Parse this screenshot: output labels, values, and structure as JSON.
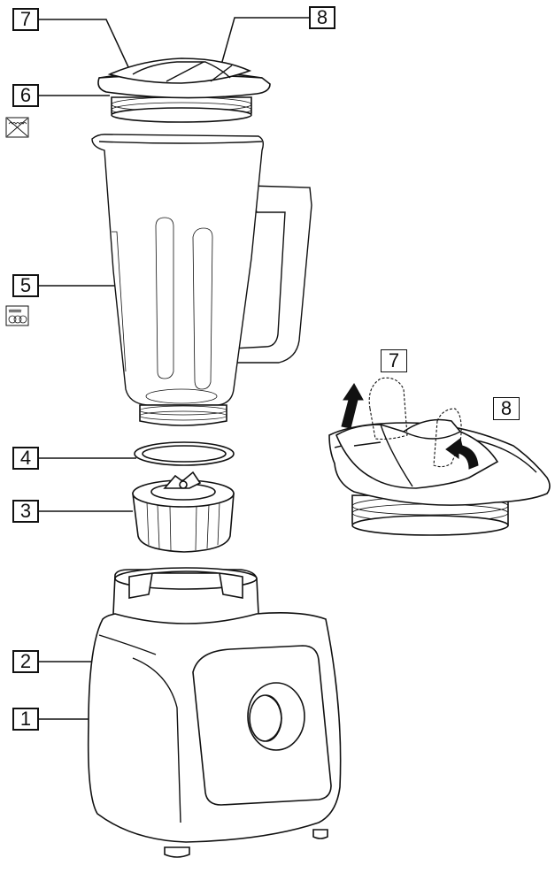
{
  "labels": {
    "lid_center_cap": "7",
    "lid_spout_flap": "8",
    "lid": "6",
    "jar": "5",
    "seal_ring": "4",
    "blade_unit": "3",
    "motor_base": "2",
    "speed_knob": "1"
  },
  "detail_labels": {
    "center_cap": "7",
    "spout_flap": "8"
  },
  "icons": {
    "lid_care": "no-dishwasher-icon",
    "jar_care": "dishwasher-safe-icon"
  }
}
